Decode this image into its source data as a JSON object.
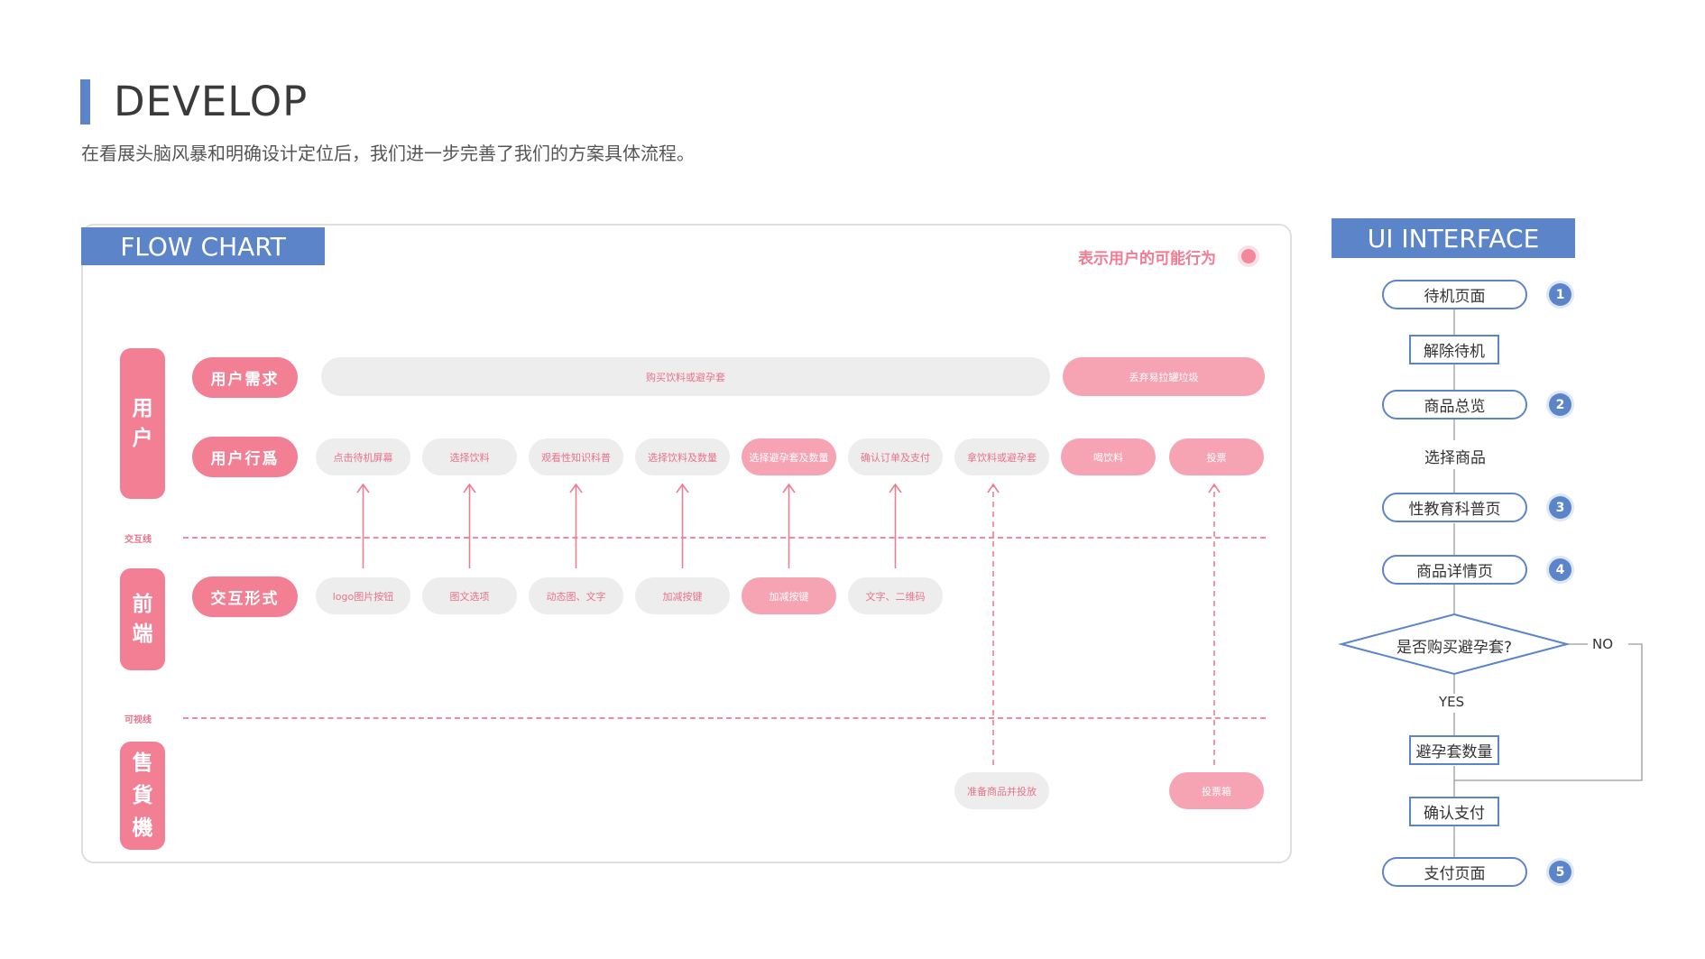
{
  "header": {
    "title": "DEVELOP",
    "subtitle": "在看展头脑风暴和明确设计定位后，我们进一步完善了我们的方案具体流程。"
  },
  "flow_chart": {
    "tag": "FLOW CHART",
    "legend": "表示用户的可能行为",
    "lanes": {
      "user": [
        "用",
        "户"
      ],
      "frontend": [
        "前",
        "端"
      ],
      "vending": [
        "售",
        "貨",
        "機"
      ]
    },
    "rows": {
      "needs": "用户需求",
      "behavior": "用户行爲",
      "interaction": "交互形式"
    },
    "line_labels": {
      "interaction_line": "交互线",
      "visible_line": "可视线"
    },
    "needs_items": [
      "购买饮料或避孕套",
      "丢弃易拉罐垃圾"
    ],
    "behavior_items": [
      "点击待机屏幕",
      "选择饮料",
      "观看性知识科普",
      "选择饮料及数量",
      "选择避孕套及数量",
      "确认订单及支付",
      "拿饮料或避孕套",
      "喝饮料",
      "投票"
    ],
    "interaction_items": [
      "logo图片按钮",
      "图文选项",
      "动态图、文字",
      "加减按键",
      "加减按键",
      "文字、二维码"
    ],
    "vending_items": [
      "准备商品并投放",
      "投票箱"
    ]
  },
  "ui_interface": {
    "tag": "UI INTERFACE",
    "nodes": {
      "standby": "待机页面",
      "unlock": "解除待机",
      "overview": "商品总览",
      "select": "选择商品",
      "sexed": "性教育科普页",
      "detail": "商品详情页",
      "decision": "是否购买避孕套?",
      "no": "NO",
      "yes": "YES",
      "qty": "避孕套数量",
      "confirm": "确认支付",
      "pay": "支付页面"
    },
    "badges": [
      "1",
      "2",
      "3",
      "4",
      "5"
    ]
  },
  "colors": {
    "blue": "#5b84c9",
    "pink": "#f27f94",
    "light_pink": "#f6a3b4",
    "grey_pill": "#ededed"
  }
}
